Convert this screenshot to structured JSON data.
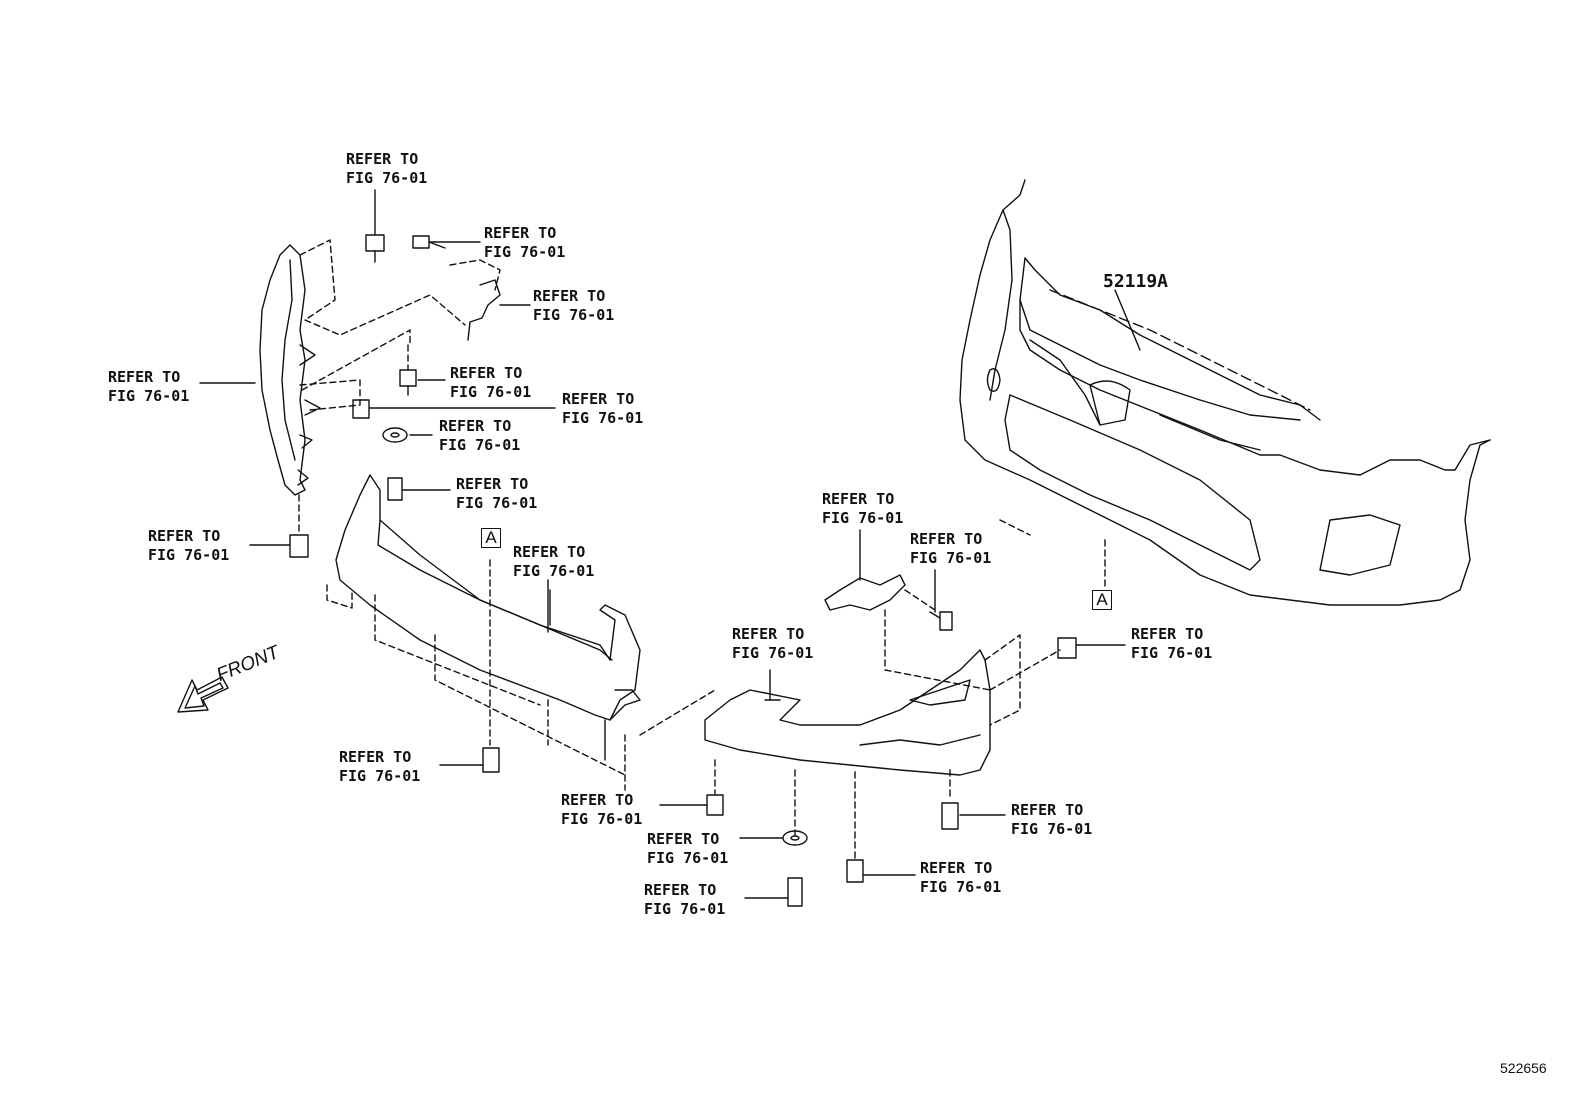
{
  "diagram": {
    "part_number": "52119A",
    "ref_marker": "A",
    "direction_label": "FRONT",
    "document_id": "522656",
    "callouts": [
      {
        "line1": "REFER TO",
        "line2": "FIG 76-01"
      },
      {
        "line1": "REFER TO",
        "line2": "FIG 76-01"
      },
      {
        "line1": "REFER TO",
        "line2": "FIG 76-01"
      },
      {
        "line1": "REFER TO",
        "line2": "FIG 76-01"
      },
      {
        "line1": "REFER TO",
        "line2": "FIG 76-01"
      },
      {
        "line1": "REFER TO",
        "line2": "FIG 76-01"
      },
      {
        "line1": "REFER TO",
        "line2": "FIG 76-01"
      },
      {
        "line1": "REFER TO",
        "line2": "FIG 76-01"
      },
      {
        "line1": "REFER TO",
        "line2": "FIG 76-01"
      },
      {
        "line1": "REFER TO",
        "line2": "FIG 76-01"
      },
      {
        "line1": "REFER TO",
        "line2": "FIG 76-01"
      },
      {
        "line1": "REFER TO",
        "line2": "FIG 76-01"
      },
      {
        "line1": "REFER TO",
        "line2": "FIG 76-01"
      },
      {
        "line1": "REFER TO",
        "line2": "FIG 76-01"
      },
      {
        "line1": "REFER TO",
        "line2": "FIG 76-01"
      },
      {
        "line1": "REFER TO",
        "line2": "FIG 76-01"
      },
      {
        "line1": "REFER TO",
        "line2": "FIG 76-01"
      },
      {
        "line1": "REFER TO",
        "line2": "FIG 76-01"
      },
      {
        "line1": "REFER TO",
        "line2": "FIG 76-01"
      },
      {
        "line1": "REFER TO",
        "line2": "FIG 76-01"
      }
    ]
  },
  "colors": {
    "ink": "#111111",
    "background": "#ffffff"
  }
}
